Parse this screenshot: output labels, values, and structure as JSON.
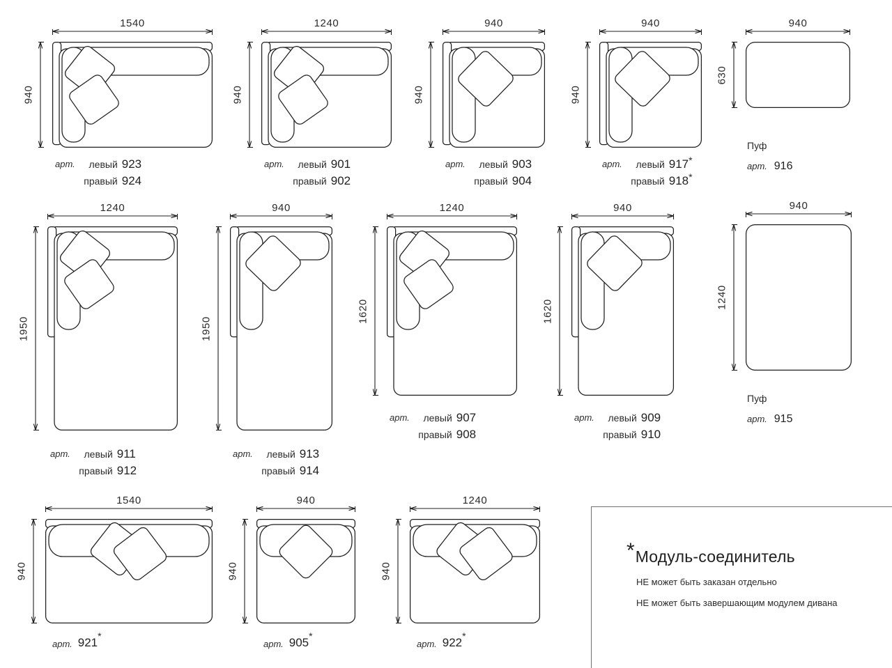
{
  "colors": {
    "line": "#1f1f1f",
    "text": "#2b2b2b",
    "background": "#ffffff"
  },
  "modules": [
    {
      "name": "corner-module-923-924",
      "type": "corner",
      "pillows": 2,
      "width_mm": "1540",
      "depth_mm": "940",
      "caption": {
        "art": "арт.",
        "rows": [
          {
            "label": "левый",
            "num": "923",
            "star": ""
          },
          {
            "label": "правый",
            "num": "924",
            "star": ""
          }
        ]
      }
    },
    {
      "name": "corner-module-901-902",
      "type": "corner",
      "pillows": 2,
      "width_mm": "1240",
      "depth_mm": "940",
      "caption": {
        "art": "арт.",
        "rows": [
          {
            "label": "левый",
            "num": "901",
            "star": ""
          },
          {
            "label": "правый",
            "num": "902",
            "star": ""
          }
        ]
      }
    },
    {
      "name": "corner-module-903-904",
      "type": "corner",
      "pillows": 1,
      "width_mm": "940",
      "depth_mm": "940",
      "caption": {
        "art": "арт.",
        "rows": [
          {
            "label": "левый",
            "num": "903",
            "star": ""
          },
          {
            "label": "правый",
            "num": "904",
            "star": ""
          }
        ]
      }
    },
    {
      "name": "corner-module-917-918",
      "type": "corner",
      "pillows": 1,
      "width_mm": "940",
      "depth_mm": "940",
      "caption": {
        "art": "арт.",
        "rows": [
          {
            "label": "левый",
            "num": "917",
            "star": "*"
          },
          {
            "label": "правый",
            "num": "918",
            "star": "*"
          }
        ]
      }
    },
    {
      "name": "pouf-916",
      "type": "pouf",
      "pillows": 0,
      "width_mm": "940",
      "depth_mm": "630",
      "caption": {
        "title": "Пуф",
        "art": "арт.",
        "rows": [
          {
            "label": "",
            "num": "916",
            "star": ""
          }
        ]
      }
    },
    {
      "name": "chaise-module-911-912",
      "type": "corner",
      "pillows": 2,
      "width_mm": "1240",
      "depth_mm": "1950",
      "caption": {
        "art": "арт.",
        "rows": [
          {
            "label": "левый",
            "num": "911",
            "star": ""
          },
          {
            "label": "правый",
            "num": "912",
            "star": ""
          }
        ]
      }
    },
    {
      "name": "chaise-module-913-914",
      "type": "corner",
      "pillows": 1,
      "width_mm": "940",
      "depth_mm": "1950",
      "caption": {
        "art": "арт.",
        "rows": [
          {
            "label": "левый",
            "num": "913",
            "star": ""
          },
          {
            "label": "правый",
            "num": "914",
            "star": ""
          }
        ]
      }
    },
    {
      "name": "chaise-module-907-908",
      "type": "corner",
      "pillows": 2,
      "width_mm": "1240",
      "depth_mm": "1620",
      "caption": {
        "art": "арт.",
        "rows": [
          {
            "label": "левый",
            "num": "907",
            "star": ""
          },
          {
            "label": "правый",
            "num": "908",
            "star": ""
          }
        ]
      }
    },
    {
      "name": "chaise-module-909-910",
      "type": "corner",
      "pillows": 1,
      "width_mm": "940",
      "depth_mm": "1620",
      "caption": {
        "art": "арт.",
        "rows": [
          {
            "label": "левый",
            "num": "909",
            "star": ""
          },
          {
            "label": "правый",
            "num": "910",
            "star": ""
          }
        ]
      }
    },
    {
      "name": "pouf-915",
      "type": "pouf",
      "pillows": 0,
      "width_mm": "940",
      "depth_mm": "1240",
      "caption": {
        "title": "Пуф",
        "art": "арт.",
        "rows": [
          {
            "label": "",
            "num": "915",
            "star": ""
          }
        ]
      }
    },
    {
      "name": "straight-module-921",
      "type": "straight",
      "pillows": 2,
      "width_mm": "1540",
      "depth_mm": "940",
      "caption": {
        "art": "арт.",
        "rows": [
          {
            "label": "",
            "num": "921",
            "star": "*"
          }
        ]
      }
    },
    {
      "name": "straight-module-905",
      "type": "straight",
      "pillows": 1,
      "width_mm": "940",
      "depth_mm": "940",
      "caption": {
        "art": "арт.",
        "rows": [
          {
            "label": "",
            "num": "905",
            "star": "*"
          }
        ]
      }
    },
    {
      "name": "straight-module-922",
      "type": "straight",
      "pillows": 2,
      "width_mm": "1240",
      "depth_mm": "940",
      "caption": {
        "art": "арт.",
        "rows": [
          {
            "label": "",
            "num": "922",
            "star": "*"
          }
        ]
      }
    }
  ],
  "footnote": {
    "star": "*",
    "title": "Модуль-соединитель",
    "notes": [
      "НЕ может быть заказан отдельно",
      "НЕ может быть завершающим модулем дивана"
    ]
  }
}
